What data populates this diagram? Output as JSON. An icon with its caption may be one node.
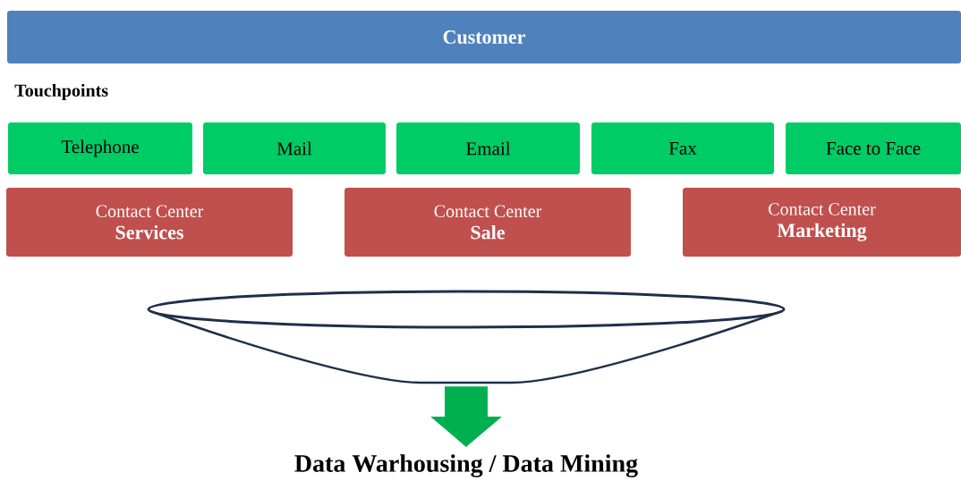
{
  "diagram": {
    "nodes": [
      {
        "text": [
          "Customer"
        ]
      },
      {
        "text": [
          "Telephone"
        ]
      },
      {
        "text": [
          "Mail"
        ]
      },
      {
        "text": [
          "Email"
        ]
      },
      {
        "text": [
          "Fax"
        ]
      },
      {
        "text": [
          "Face to Face"
        ]
      },
      {
        "text": [
          "Contact Center",
          "Services"
        ]
      },
      {
        "text": [
          "Contact Center",
          "Sale"
        ]
      },
      {
        "text": [
          "Contact Center",
          "Marketing"
        ]
      },
      {
        "text": [],
        "shape": "funnel"
      },
      {
        "text": [
          "Data Warhousing / Data Mining"
        ]
      }
    ],
    "edges": [
      {
        "from": 9,
        "to": 10,
        "arrow": "to"
      }
    ],
    "labels": [
      "Touchpoints"
    ]
  }
}
